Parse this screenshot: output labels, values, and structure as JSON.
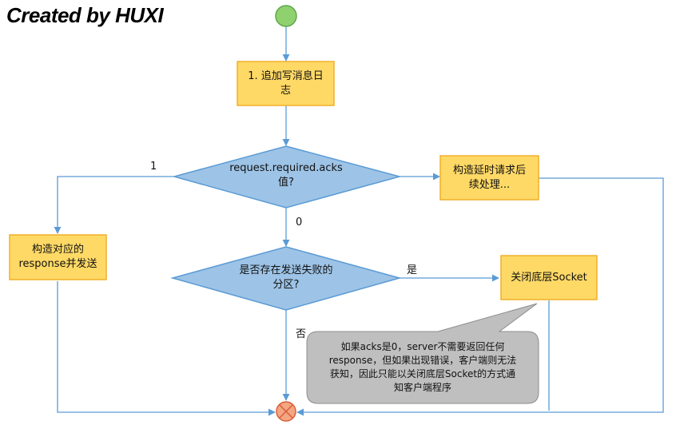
{
  "watermark": "Created by HUXI",
  "nodes": {
    "append_log": "1. 追加写消息日\n志",
    "acks_decision": "request.required.acks\n值?",
    "delayed_request": "构造延时请求后\n续处理...",
    "build_response": "构造对应的\nresponse并发送",
    "send_failed_decision": "是否存在发送失败的\n分区?",
    "close_socket": "关闭底层Socket"
  },
  "edges": {
    "acks_one": "1",
    "acks_zero": "0",
    "yes": "是",
    "no": "否"
  },
  "callout": "如果acks是0，server不需要返回任何\nresponse，但如果出现错误，客户端则无法\n获知，因此只能以关闭底层Socket的方式通\n知客户端程序",
  "colors": {
    "process_fill": "#FFD966",
    "process_stroke": "#F0B02A",
    "decision_fill": "#9DC3E6",
    "decision_stroke": "#5B9BD5",
    "connector": "#5B9BD5",
    "start_fill": "#8FD16F",
    "end_fill": "#F4A582",
    "callout_fill": "#BFBFBF"
  }
}
